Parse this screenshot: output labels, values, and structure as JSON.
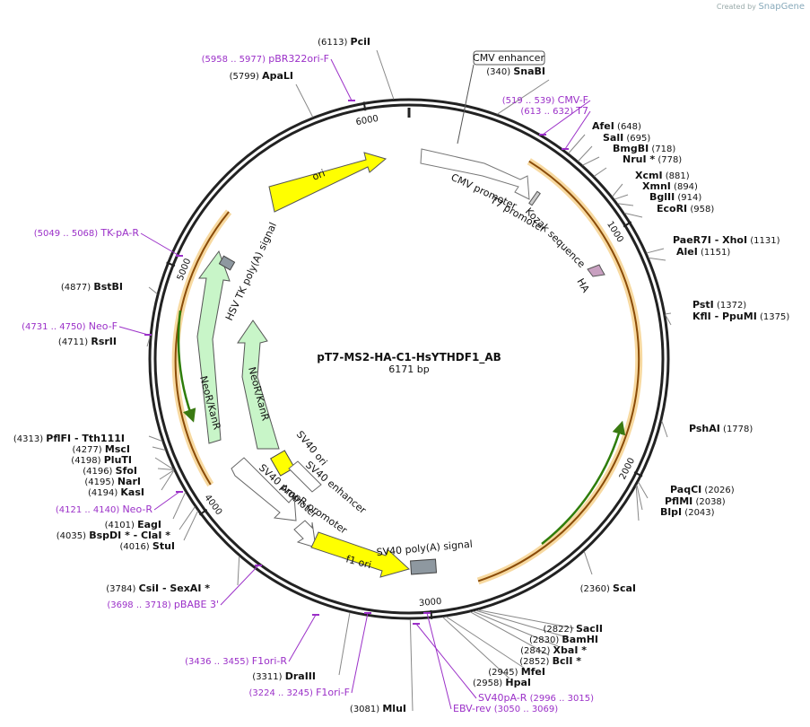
{
  "watermark": {
    "prefix": "Created by",
    "brand": "SnapGene"
  },
  "plasmid": {
    "name": "pT7-MS2-HA-C1-HsYTHDF1_AB",
    "size_label": "6171 bp",
    "length": 6171
  },
  "tick_labels": [
    {
      "pos": 1000,
      "label": "1000"
    },
    {
      "pos": 2000,
      "label": "2000"
    },
    {
      "pos": 3000,
      "label": "3000"
    },
    {
      "pos": 4000,
      "label": "4000"
    },
    {
      "pos": 5000,
      "label": "5000"
    },
    {
      "pos": 6000,
      "label": "6000"
    }
  ],
  "sites": [
    {
      "name": "PciI",
      "pos_label": "(6113)",
      "pos": 6113
    },
    {
      "name": "ApaLI",
      "pos_label": "(5799)",
      "pos": 5799
    },
    {
      "name": "SnaBI",
      "pos_label": "(340)",
      "pos": 340
    },
    {
      "name": "AfeI",
      "pos_label": "(648)",
      "pos": 648
    },
    {
      "name": "SalI",
      "pos_label": "(695)",
      "pos": 695
    },
    {
      "name": "BmgBI",
      "pos_label": "(718)",
      "pos": 718
    },
    {
      "name": "NruI *",
      "pos_label": "(778)",
      "pos": 778
    },
    {
      "name": "XcmI",
      "pos_label": "(881)",
      "pos": 881
    },
    {
      "name": "XmnI",
      "pos_label": "(894)",
      "pos": 894
    },
    {
      "name": "BglII",
      "pos_label": "(914)",
      "pos": 914
    },
    {
      "name": "EcoRI",
      "pos_label": "(958)",
      "pos": 958
    },
    {
      "name": "PaeR7I - XhoI",
      "pos_label": "(1131)",
      "pos": 1131
    },
    {
      "name": "AleI",
      "pos_label": "(1151)",
      "pos": 1151
    },
    {
      "name": "PstI",
      "pos_label": "(1372)",
      "pos": 1372
    },
    {
      "name": "KflI - PpuMI",
      "pos_label": "(1375)",
      "pos": 1375
    },
    {
      "name": "PshAI",
      "pos_label": "(1778)",
      "pos": 1778
    },
    {
      "name": "PaqCI",
      "pos_label": "(2026)",
      "pos": 2026
    },
    {
      "name": "PflMI",
      "pos_label": "(2038)",
      "pos": 2038
    },
    {
      "name": "BlpI",
      "pos_label": "(2043)",
      "pos": 2043
    },
    {
      "name": "ScaI",
      "pos_label": "(2360)",
      "pos": 2360
    },
    {
      "name": "SacII",
      "pos_label": "(2822)",
      "pos": 2822
    },
    {
      "name": "BamHI",
      "pos_label": "(2830)",
      "pos": 2830
    },
    {
      "name": "XbaI *",
      "pos_label": "(2842)",
      "pos": 2842
    },
    {
      "name": "BclI *",
      "pos_label": "(2852)",
      "pos": 2852
    },
    {
      "name": "MfeI",
      "pos_label": "(2945)",
      "pos": 2945
    },
    {
      "name": "HpaI",
      "pos_label": "(2958)",
      "pos": 2958
    },
    {
      "name": "MluI",
      "pos_label": "(3081)",
      "pos": 3081
    },
    {
      "name": "DraIII",
      "pos_label": "(3311)",
      "pos": 3311
    },
    {
      "name": "CsiI - SexAI *",
      "pos_label": "(3784)",
      "pos": 3784
    },
    {
      "name": "StuI",
      "pos_label": "(4016)",
      "pos": 4016
    },
    {
      "name": "BspDI * - ClaI *",
      "pos_label": "(4035)",
      "pos": 4035
    },
    {
      "name": "EagI",
      "pos_label": "(4101)",
      "pos": 4101
    },
    {
      "name": "KasI",
      "pos_label": "(4194)",
      "pos": 4194
    },
    {
      "name": "NarI",
      "pos_label": "(4195)",
      "pos": 4195
    },
    {
      "name": "SfoI",
      "pos_label": "(4196)",
      "pos": 4196
    },
    {
      "name": "PluTI",
      "pos_label": "(4198)",
      "pos": 4198
    },
    {
      "name": "MscI",
      "pos_label": "(4277)",
      "pos": 4277
    },
    {
      "name": "PflFI - Tth111I",
      "pos_label": "(4313)",
      "pos": 4313
    },
    {
      "name": "RsrII",
      "pos_label": "(4711)",
      "pos": 4711
    },
    {
      "name": "BstBI",
      "pos_label": "(4877)",
      "pos": 4877
    }
  ],
  "primers": [
    {
      "name": "pBR322ori-F",
      "range": "(5958 .. 5977)"
    },
    {
      "name": "CMV-F",
      "range": "(519 .. 539)"
    },
    {
      "name": "T7",
      "range": "(613 .. 632)"
    },
    {
      "name": "TK-pA-R",
      "range": "(5049 .. 5068)"
    },
    {
      "name": "Neo-F",
      "range": "(4731 .. 4750)"
    },
    {
      "name": "Neo-R",
      "range": "(4121 .. 4140)"
    },
    {
      "name": "pBABE 3'",
      "range": "(3698 .. 3718)"
    },
    {
      "name": "F1ori-R",
      "range": "(3436 .. 3455)"
    },
    {
      "name": "F1ori-F",
      "range": "(3224 .. 3245)"
    },
    {
      "name": "SV40pA-R",
      "range": "(2996 .. 3015)"
    },
    {
      "name": "EBV-rev",
      "range": "(3050 .. 3069)"
    }
  ],
  "features": {
    "cmv_enhancer": "CMV enhancer",
    "cmv_promoter": "CMV promoter",
    "t7_promoter": "T7 promoter",
    "kozak": "Kozak sequence",
    "ha": "HA",
    "ori": "ori",
    "hsv_tk": "HSV TK poly(A) signal",
    "neor_outer": "NeoR/KanR",
    "neor_inner": "NeoR/KanR",
    "sv40_ori": "SV40 ori",
    "sv40_enh": "SV40 enhancer",
    "sv40_prom": "SV40 promoter",
    "ampr_prom": "AmpR promoter",
    "f1_ori": "f1 ori",
    "sv40_polya": "SV40 poly(A) signal"
  },
  "colors": {
    "primer": "#9b30c8",
    "orf": "#f5a623",
    "ori": "#ffff00",
    "marker": "#c8f5c8",
    "backbone": "#222222"
  }
}
